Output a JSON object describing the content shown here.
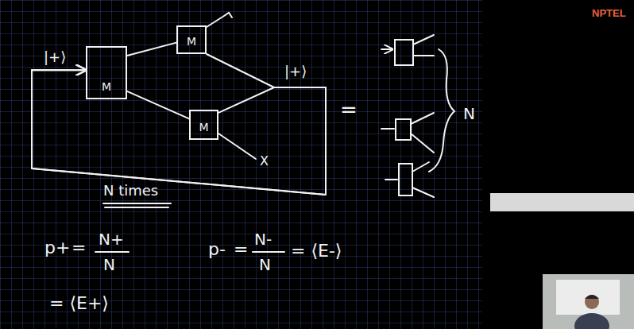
{
  "diagram": {
    "nodes": [
      {
        "text": [
          "M"
        ]
      },
      {
        "text": [
          "M"
        ]
      },
      {
        "text": [
          "M"
        ]
      }
    ],
    "edges": [
      {
        "from": 0,
        "to": 1,
        "arrow": "none"
      },
      {
        "from": 0,
        "to": 2,
        "arrow": "none"
      },
      {
        "from": 1,
        "to": 0,
        "arrow": "to"
      },
      {
        "from": 2,
        "to": 0,
        "arrow": "to"
      }
    ],
    "labels": [
      "NPTEL",
      "|+⟩",
      "|+⟩",
      "X",
      "N times",
      "=",
      "N",
      "p+",
      "=",
      "N+",
      "N",
      "= ⟨E+⟩",
      "p-",
      "=",
      "N-",
      "N",
      "= ⟨E-⟩"
    ]
  }
}
